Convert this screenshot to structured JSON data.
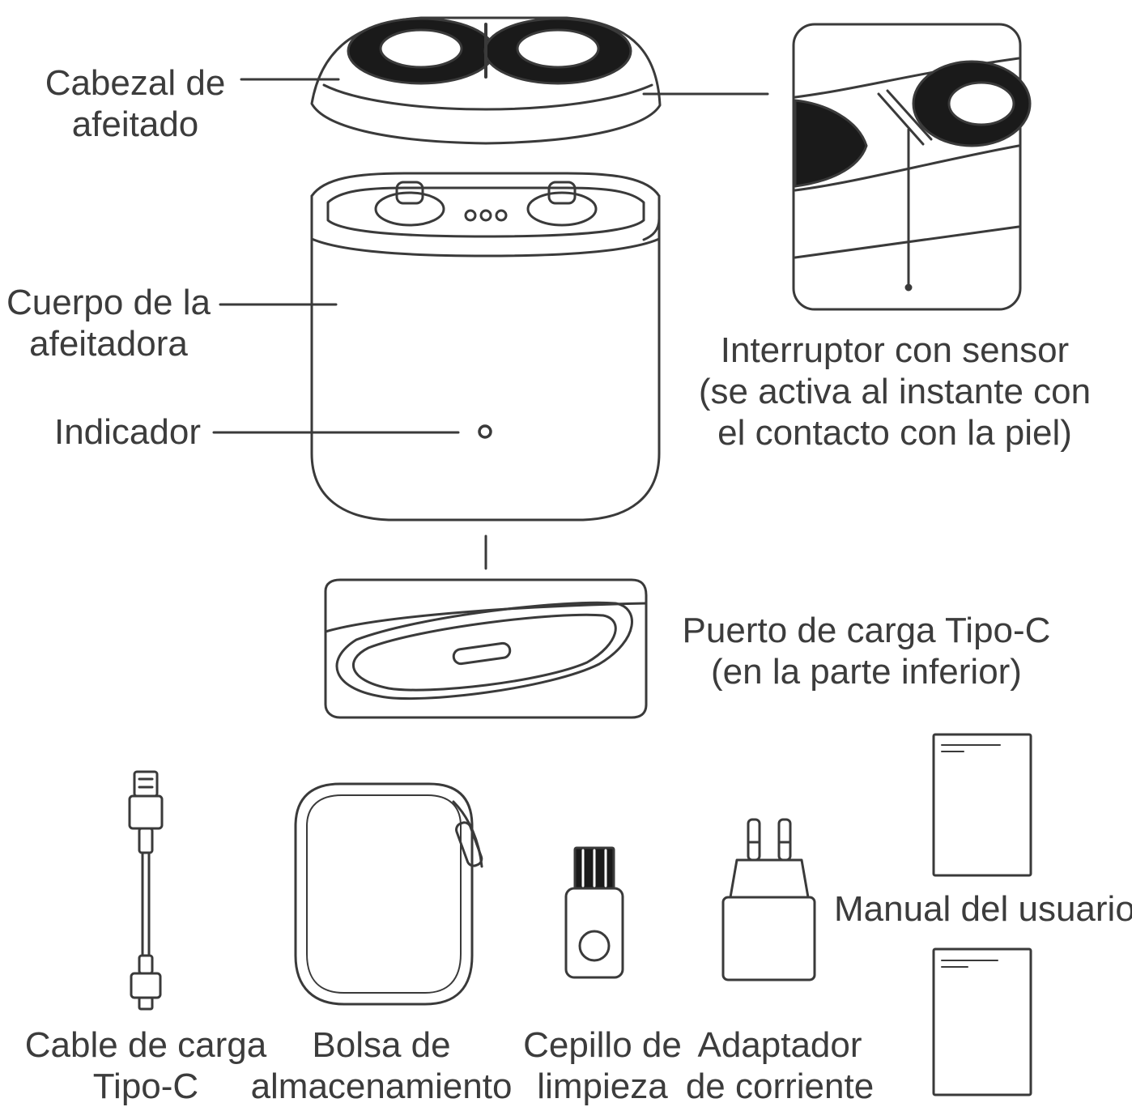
{
  "parts": {
    "cabezal": [
      "Cabezal de",
      "afeitado"
    ],
    "cuerpo": [
      "Cuerpo de la",
      "afeitadora"
    ],
    "indicador": "Indicador",
    "interruptor": [
      "Interruptor con sensor",
      "(se activa al instante con",
      "el contacto con la piel)"
    ],
    "puerto": [
      "Puerto de carga Tipo-C",
      "(en la parte inferior)"
    ]
  },
  "accessories": {
    "cable": [
      "Cable de carga",
      "Tipo-C"
    ],
    "bolsa": [
      "Bolsa de",
      "almacenamiento"
    ],
    "cepillo": [
      "Cepillo de",
      "limpieza"
    ],
    "adaptador": [
      "Adaptador",
      "de corriente"
    ],
    "manual": "Manual del usuario"
  },
  "colors": {
    "line": "#3a3a3a",
    "background": "#ffffff"
  }
}
